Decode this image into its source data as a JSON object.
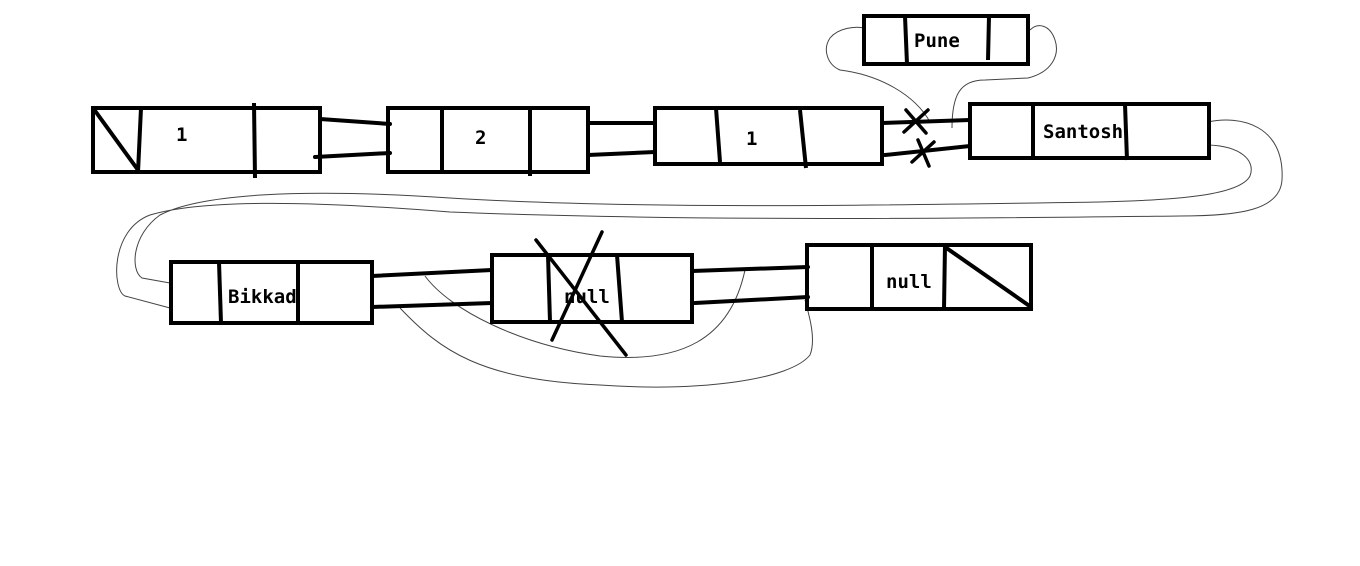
{
  "diagram": {
    "node_labels": {
      "n1": "1",
      "n2": "2",
      "n3": "1",
      "pune": "Pune",
      "santosh": "Santosh",
      "bikkad": "Bikkad",
      "deleted": "null",
      "tail": "null"
    }
  }
}
